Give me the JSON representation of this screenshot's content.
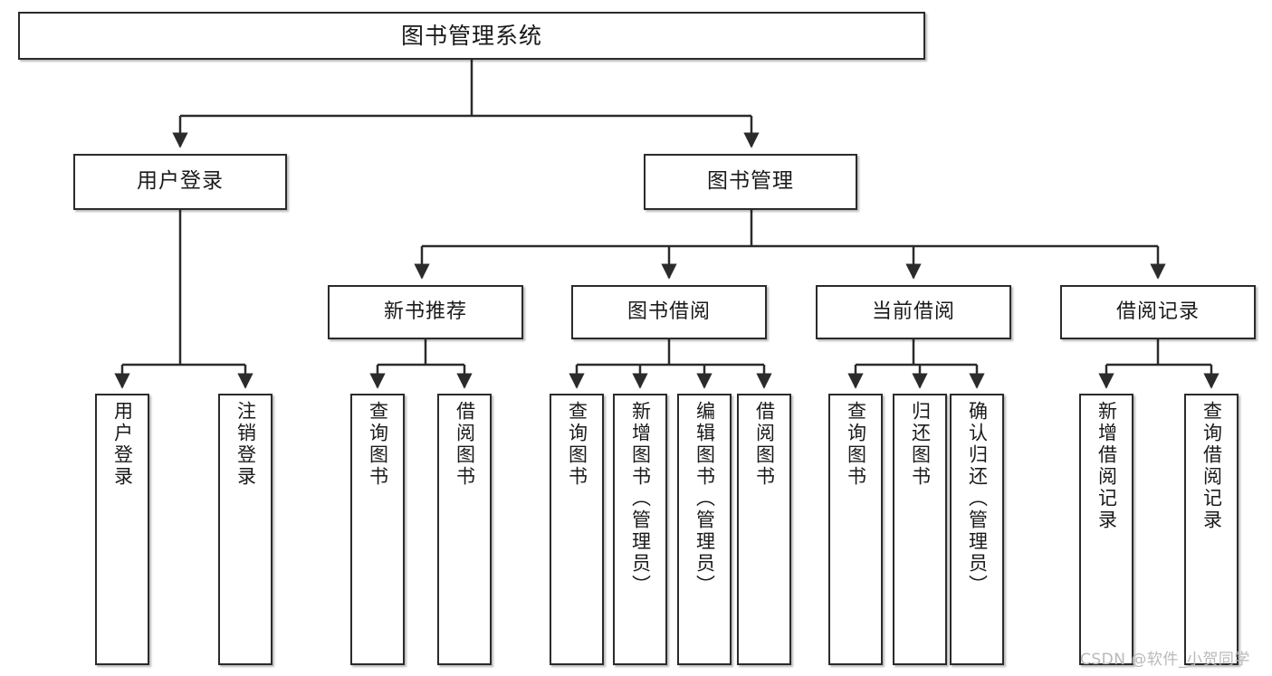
{
  "diagram": {
    "type": "tree",
    "title": "图书管理系统",
    "orientation": "top-down",
    "colors": {
      "box_border": "#2b2b2b",
      "box_fill": "#ffffff",
      "edge": "#2b2b2b",
      "text": "#1a1a1a",
      "watermark": "#b9b9b9",
      "background": "#ffffff"
    }
  },
  "watermark": {
    "text": "CSDN @软件_小贺同学"
  },
  "nodes": {
    "root": {
      "label": "图书管理系统"
    },
    "level2": [
      {
        "label": "用户登录"
      },
      {
        "label": "图书管理"
      }
    ],
    "level3": [
      {
        "label": "新书推荐"
      },
      {
        "label": "图书借阅"
      },
      {
        "label": "当前借阅"
      },
      {
        "label": "借阅记录"
      }
    ],
    "leaves": {
      "user_login": [
        {
          "label": "用户登录"
        },
        {
          "label": "注销登录"
        }
      ],
      "new_book_recommend": [
        {
          "label": "查询图书"
        },
        {
          "label": "借阅图书"
        }
      ],
      "book_borrow": [
        {
          "label": "查询图书"
        },
        {
          "label": "新增图书（管理员）"
        },
        {
          "label": "编辑图书（管理员）"
        },
        {
          "label": "借阅图书"
        }
      ],
      "current_borrow": [
        {
          "label": "查询图书"
        },
        {
          "label": "归还图书"
        },
        {
          "label": "确认归还（管理员）"
        }
      ],
      "borrow_record": [
        {
          "label": "新增借阅记录"
        },
        {
          "label": "查询借阅记录"
        }
      ]
    }
  }
}
